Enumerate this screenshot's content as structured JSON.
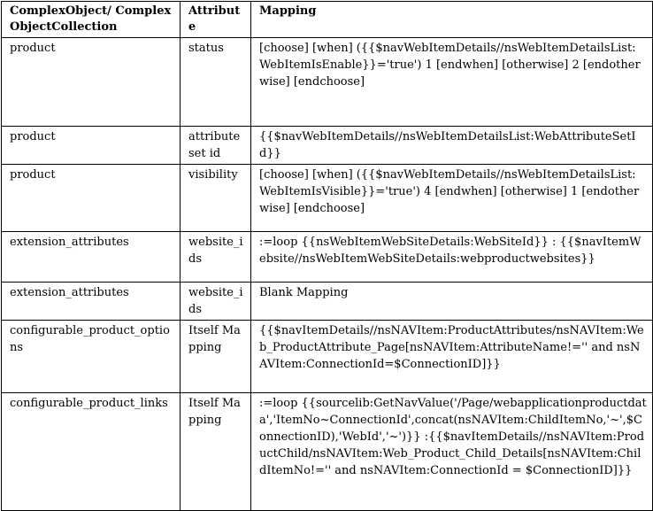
{
  "table": {
    "headers": [
      "ComplexObject/ ComplexObjectCollection",
      "Attribute",
      "Mapping"
    ],
    "rows": [
      {
        "object": "product",
        "attribute": "status",
        "mapping": "[choose] [when] ({{$navWebItemDetails//nsWebItemDetailsList:WebItemIsEnable}}='true') 1 [endwhen] [otherwise] 2 [endotherwise] [endchoose]"
      },
      {
        "object": "product",
        "attribute": "attribute set id",
        "mapping": "{{$navWebItemDetails//nsWebItemDetailsList:WebAttributeSetId}}"
      },
      {
        "object": "product",
        "attribute": "visibility",
        "mapping": "[choose] [when] ({{$navWebItemDetails//nsWebItemDetailsList:WebItemIsVisible}}='true') 4 [endwhen] [otherwise] 1 [endotherwise] [endchoose]"
      },
      {
        "object": "extension_attributes",
        "attribute": "website_ids",
        "mapping": ":=loop  {{nsWebItemWebSiteDetails:WebSiteId}} : {{$navItemWebsite//nsWebItemWebSiteDetails:webproductwebsites}}"
      },
      {
        "object": "extension_attributes",
        "attribute": "website_ids",
        "mapping": "Blank Mapping"
      },
      {
        "object": "configurable_product_options",
        "attribute": "Itself Mapping",
        "mapping": "{{$navItemDetails//nsNAVItem:ProductAttributes/nsNAVItem:Web_ProductAttribute_Page[nsNAVItem:AttributeName!='' and nsNAVItem:ConnectionId=$ConnectionID]}}"
      },
      {
        "object": "configurable_product_links",
        "attribute": "Itself Mapping",
        "mapping": ":=loop {{sourcelib:GetNavValue('/Page/webapplicationproductdata','ItemNo~ConnectionId',concat(nsNAVItem:ChildItemNo,'~',$ConnectionID),'WebId','~')}} :{{$navItemDetails//nsNAVItem:ProductChild/nsNAVItem:Web_Product_Child_Details[nsNAVItem:ChildItemNo!='' and nsNAVItem:ConnectionId = $ConnectionID]}}"
      }
    ]
  }
}
